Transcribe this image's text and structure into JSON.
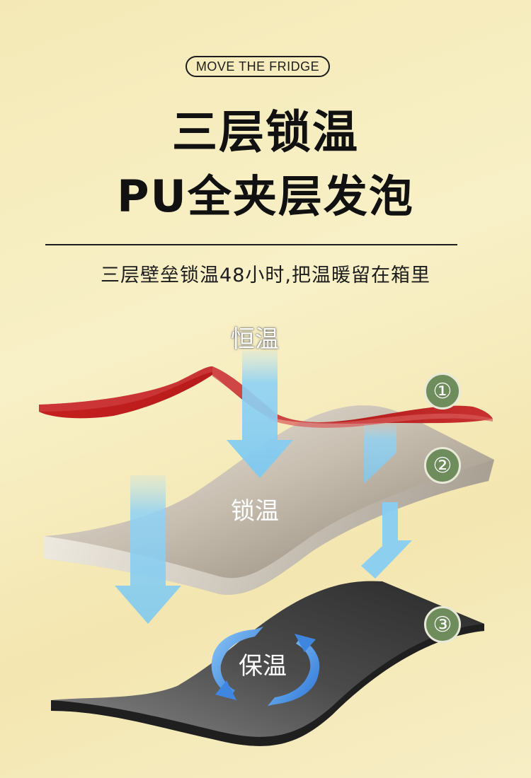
{
  "header": {
    "tag": "MOVE THE FRIDGE",
    "title_line1": "三层锁温",
    "title_line2": "PU全夹层发泡",
    "subtitle": "三层壁垒锁温48小时,把温暖留在箱里"
  },
  "diagram": {
    "labels": {
      "top": "恒温",
      "middle": "锁温",
      "bottom": "保温"
    },
    "badges": [
      "①",
      "②",
      "③"
    ]
  },
  "colors": {
    "background": "#f6edc0",
    "layer1_red": "#b51d1d",
    "layer2_beige": "#c9c0b0",
    "layer3_dark": "#3d3d3d",
    "arrow_blue": "#7fc8f0",
    "badge_green": "#6e8c5c"
  },
  "icons": [
    "down-arrow-icon",
    "cycle-arrows-icon"
  ]
}
